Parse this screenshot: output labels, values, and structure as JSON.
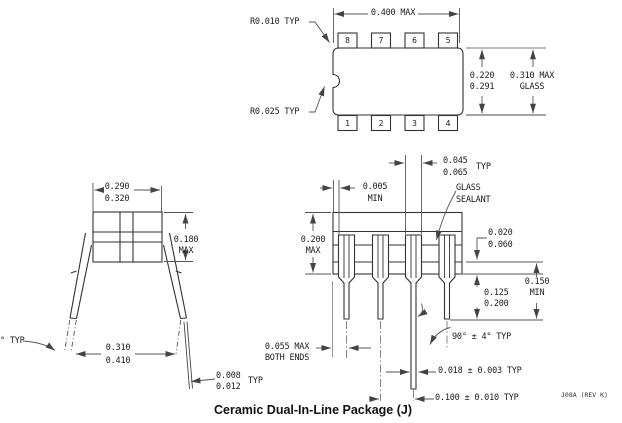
{
  "colors": {
    "background": "#ffffff",
    "object_line": "#333333",
    "dim_line": "#555555",
    "ext_line": "#8a8a8a",
    "text": "#1c1c1c"
  },
  "caption": "Ceramic Dual-In-Line Package (J)",
  "doc_ref": "J08A (REV K)",
  "top_view": {
    "pins_top": [
      "8",
      "7",
      "6",
      "5"
    ],
    "pins_bottom": [
      "1",
      "2",
      "3",
      "4"
    ],
    "dim_width": "0.400 MAX",
    "radius_corner": "R0.010 TYP",
    "radius_notch": "R0.025 TYP",
    "dim_body_min": "0.220",
    "dim_body_max": "0.291",
    "dim_glass": "0.310 MAX",
    "dim_glass_label": "GLASS"
  },
  "end_view": {
    "dim_width_min": "0.290",
    "dim_width_max": "0.320",
    "dim_height": "0.180",
    "dim_height_qual": "MAX",
    "dim_span_min": "0.310",
    "dim_span_max": "0.410",
    "dim_lead_thk_min": "0.008",
    "dim_lead_thk_max": "0.012",
    "dim_lead_thk_qual": "TYP",
    "angle_label": "° TYP"
  },
  "side_view": {
    "dim_standoff": "0.005",
    "dim_standoff_qual": "MIN",
    "dim_pin_w_min": "0.045",
    "dim_pin_w_max": "0.065",
    "dim_pin_w_qual": "TYP",
    "sealant_line1": "GLASS",
    "sealant_line2": "SEALANT",
    "dim_body_h": "0.200",
    "dim_body_h_qual": "MAX",
    "dim_lip_min": "0.020",
    "dim_lip_max": "0.060",
    "dim_lead_len": "0.150",
    "dim_lead_len_qual": "MIN",
    "dim_shoulder_min": "0.125",
    "dim_shoulder_max": "0.200",
    "angle": "90° ± 4° TYP",
    "dim_end_gap": "0.055 MAX",
    "dim_end_gap2": "BOTH ENDS",
    "dim_lead_w": "0.018 ± 0.003 TYP",
    "dim_pitch": "0.100 ± 0.010 TYP"
  }
}
